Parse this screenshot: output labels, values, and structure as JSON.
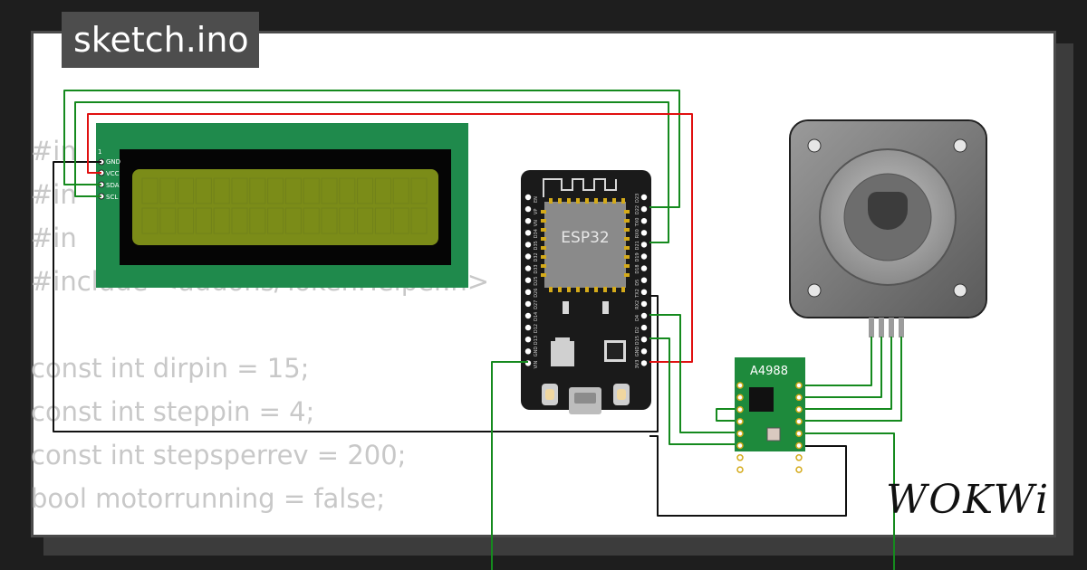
{
  "title": "sketch.ino",
  "code_lines": [
    "#in",
    "#in",
    "#in                                          >",
    "#include <addons/TokenHelper.h>",
    "",
    "const int dirpin = 15;",
    "const int steppin = 4;",
    "const int stepsperrev = 200;",
    "bool motorrunning = false;"
  ],
  "lcd": {
    "pin_labels": [
      "GND",
      "VCC",
      "SDA",
      "SCL"
    ],
    "pin1_label": "1",
    "color_board": "#1f8a4c",
    "color_screen": "#7b8c18"
  },
  "esp32": {
    "label": "ESP32",
    "left_pins": [
      "EN",
      "VP",
      "VN",
      "D34",
      "D35",
      "D32",
      "D33",
      "D25",
      "D26",
      "D27",
      "D14",
      "D12",
      "D13",
      "GND",
      "VIN"
    ],
    "right_pins": [
      "D23",
      "D22",
      "TX0",
      "RX0",
      "D21",
      "D19",
      "D18",
      "D5",
      "TX2",
      "RX2",
      "D4",
      "D2",
      "D15",
      "GND",
      "3V3"
    ]
  },
  "driver": {
    "label": "A4988",
    "color_board": "#1e8a3c"
  },
  "brand": "WOKWi",
  "colors": {
    "wire_green": "#158a1e",
    "wire_red": "#e01010",
    "wire_black": "#111111",
    "background": "#1e1e1e"
  }
}
